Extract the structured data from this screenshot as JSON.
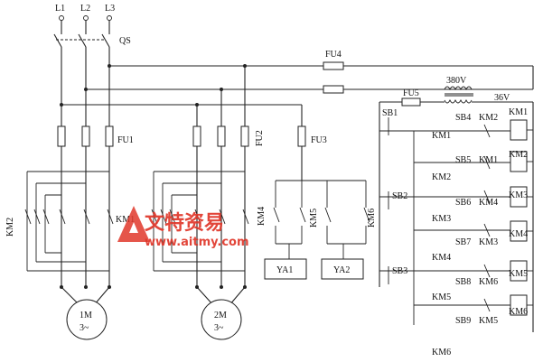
{
  "labels": {
    "L1": "L1",
    "L2": "L2",
    "L3": "L3",
    "QS": "QS",
    "FU1": "FU1",
    "FU2": "FU2",
    "FU3": "FU3",
    "FU4": "FU4",
    "FU5": "FU5",
    "transformer_primary": "380V",
    "transformer_secondary": "36V",
    "motor1": "1M",
    "motor2": "2M",
    "motor_phase": "3~",
    "YA1": "YA1",
    "YA2": "YA2",
    "KM1": "KM1",
    "KM2": "KM2",
    "KM3": "KM3",
    "KM4": "KM4",
    "KM5": "KM5",
    "KM6": "KM6",
    "SB1": "SB1",
    "SB2": "SB2",
    "SB3": "SB3",
    "SB4": "SB4",
    "SB5": "SB5",
    "SB6": "SB6",
    "SB7": "SB7",
    "SB8": "SB8",
    "SB9": "SB9"
  },
  "watermark": {
    "brand": "文特资易",
    "url": "www.aitmy.com"
  }
}
